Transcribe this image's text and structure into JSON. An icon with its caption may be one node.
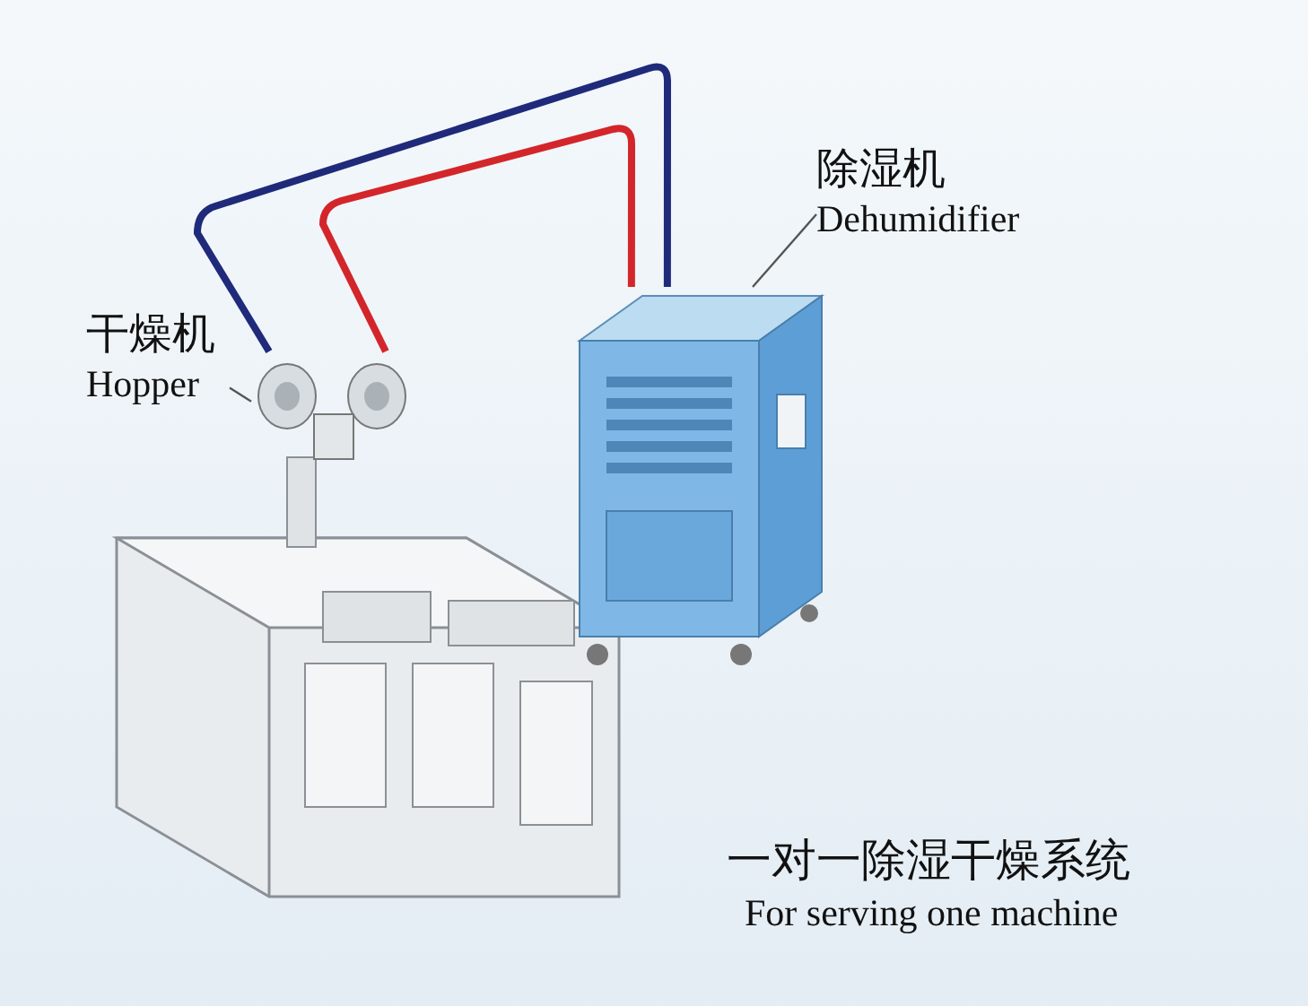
{
  "diagram": {
    "nodes": [
      {
        "text": [
          "除湿机",
          "Dehumidifier"
        ]
      },
      {
        "text": [
          "干燥机",
          "Hopper"
        ]
      },
      {
        "text": [],
        "shape": "picture"
      },
      {
        "text": [],
        "shape": "picture"
      }
    ],
    "edges": [
      {
        "from": 0,
        "to": 2,
        "arrow": "none"
      },
      {
        "from": 1,
        "to": 3,
        "arrow": "none"
      },
      {
        "from": 2,
        "to": 3,
        "arrow": "none",
        "style": "thick",
        "color": "#1f2a7a"
      },
      {
        "from": 2,
        "to": 3,
        "arrow": "none",
        "style": "thick",
        "color": "#d3262b"
      }
    ],
    "labels": [
      "一对一除湿干燥系统",
      "For serving one machine"
    ]
  }
}
